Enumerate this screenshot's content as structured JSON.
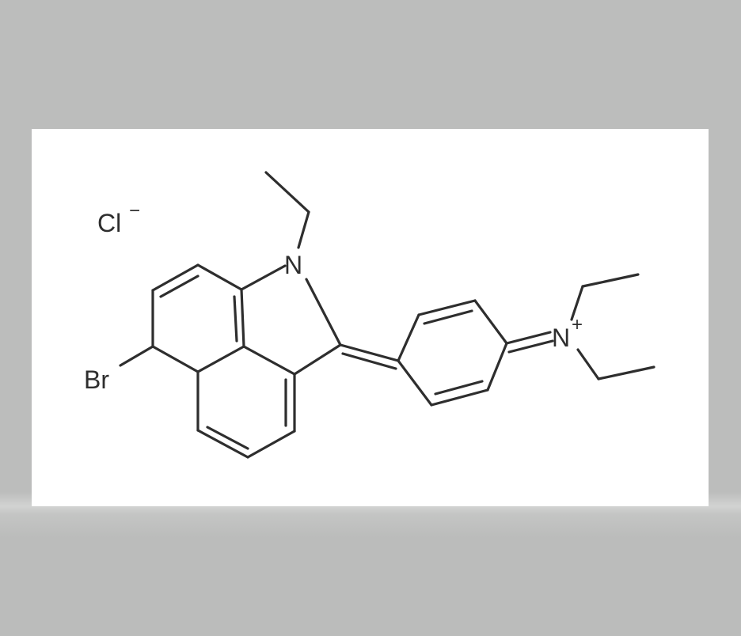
{
  "molecule": {
    "atoms": {
      "chloride": "Cl",
      "chloride_charge": "−",
      "bromine": "Br",
      "ring_nitrogen": "N",
      "iminium_nitrogen": "N",
      "iminium_charge": "+"
    }
  }
}
